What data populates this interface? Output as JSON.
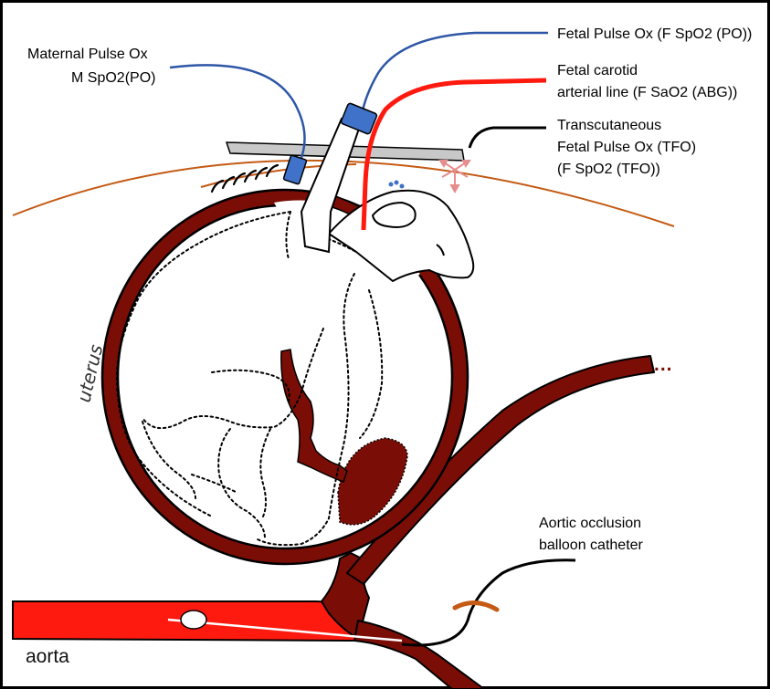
{
  "labels": {
    "maternal_pulse_ox_line1": "Maternal Pulse Ox",
    "maternal_pulse_ox_line2": "M SpO2(PO)",
    "fetal_pulse_ox": "Fetal Pulse Ox (F SpO2 (PO))",
    "fetal_carotid_line1": "Fetal carotid",
    "fetal_carotid_line2": "arterial line (F SaO2 (ABG))",
    "tfo_line1": "Transcutaneous",
    "tfo_line2": "Fetal Pulse Ox (TFO)",
    "tfo_line3": "(F SpO2 (TFO))",
    "uterus": "uterus",
    "aortic_occlusion_line1": "Aortic occlusion",
    "aortic_occlusion_line2": "balloon catheter",
    "aorta": "aorta",
    "vessel_continuation": "..."
  },
  "colors": {
    "vessel": "#7a0e06",
    "aorta_red": "#ff1a10",
    "uterine_wall": "#c45a14",
    "cable_blue": "#2e56a6",
    "probe_blue": "#3f72c8",
    "sensor_gray": "#c8c8c8",
    "light_pink": "#e78d8d",
    "cable_black": "#000000"
  }
}
